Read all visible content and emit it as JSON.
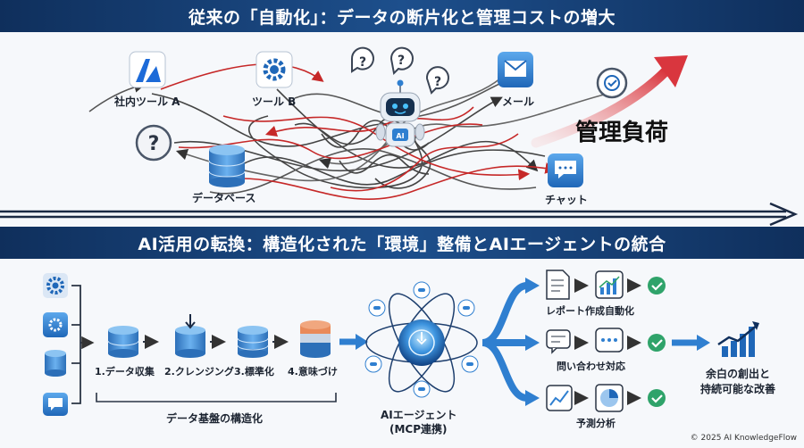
{
  "top_banner": {
    "title": "従来の「自動化」：データの断片化と管理コストの増大"
  },
  "bottom_banner": {
    "title": "AI活用の転換：構造化された「環境」整備とAIエージェントの統合"
  },
  "top": {
    "tool_a": "社内ツール A",
    "tool_b": "ツール B",
    "mail": "メール",
    "database": "データベース",
    "chat": "チャット",
    "load_text": "管理負荷",
    "robot_badge": "AI",
    "question_mark": "?"
  },
  "bottom": {
    "steps": [
      "1.データ収集",
      "2.クレンジング",
      "3.標準化",
      "4.意味づけ"
    ],
    "foundation": "データ基盤の構造化",
    "agent_line1": "AIエージェント",
    "agent_line2": "(MCP連携)",
    "outputs": [
      "レポート作成自動化",
      "問い合わせ対応",
      "予測分析"
    ],
    "result_line1": "余白の創出と",
    "result_line2": "持続可能な改善"
  },
  "copyright": "© 2025 AI KnowledgeFlow",
  "colors": {
    "navy": "#0f2f5c",
    "blue": "#2f7fd0",
    "red": "#d9363e",
    "green": "#2fa36a"
  }
}
